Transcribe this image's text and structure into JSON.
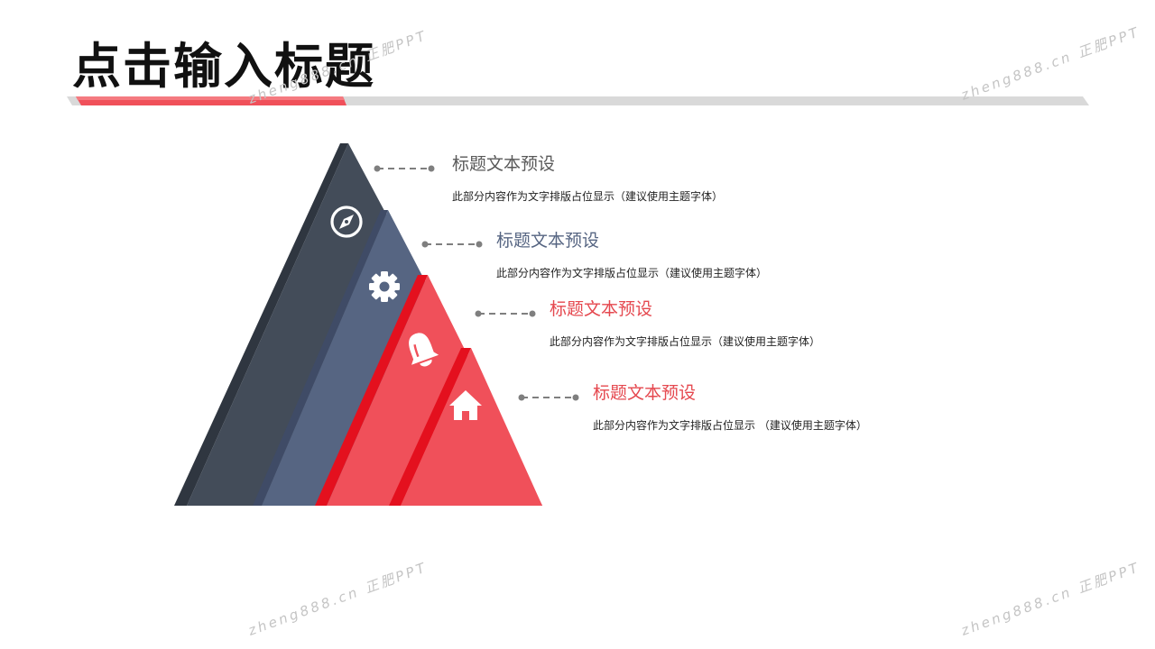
{
  "title": "点击输入标题",
  "colors": {
    "dark": "#434c59",
    "dark_side": "#2f3640",
    "slate": "#566582",
    "slate_side": "#3f4b66",
    "red": "#f0505a",
    "red_side": "#e4101e",
    "gray_bar": "#d9d9d9",
    "dot": "#7f7f7f"
  },
  "items": [
    {
      "icon": "compass-icon",
      "title": "标题文本预设",
      "title_color": "#595959",
      "desc": "此部分内容作为文字排版占位显示（建议使用主题字体）"
    },
    {
      "icon": "gear-icon",
      "title": "标题文本预设",
      "title_color": "#566582",
      "desc": "此部分内容作为文字排版占位显示（建议使用主题字体）"
    },
    {
      "icon": "bell-icon",
      "title": "标题文本预设",
      "title_color": "#e5484f",
      "desc": "此部分内容作为文字排版占位显示（建议使用主题字体）"
    },
    {
      "icon": "home-icon",
      "title": "标题文本预设",
      "title_color": "#e5484f",
      "desc": "此部分内容作为文字排版占位显示   （建议使用主题字体）"
    }
  ],
  "watermark": "zheng888.cn 正肥PPT"
}
